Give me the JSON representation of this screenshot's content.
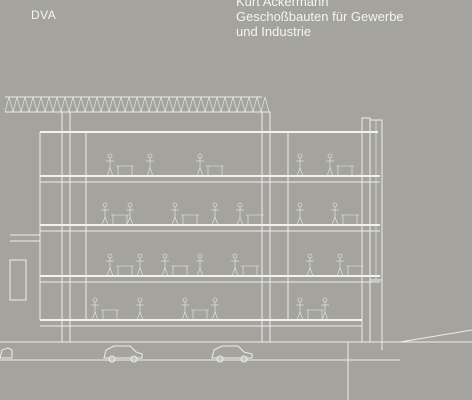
{
  "cover": {
    "publisher": "DVA",
    "author": "Kurt Ackermann",
    "title_line1": "Geschoßbauten für Gewerbe",
    "title_line2": "und Industrie"
  }
}
